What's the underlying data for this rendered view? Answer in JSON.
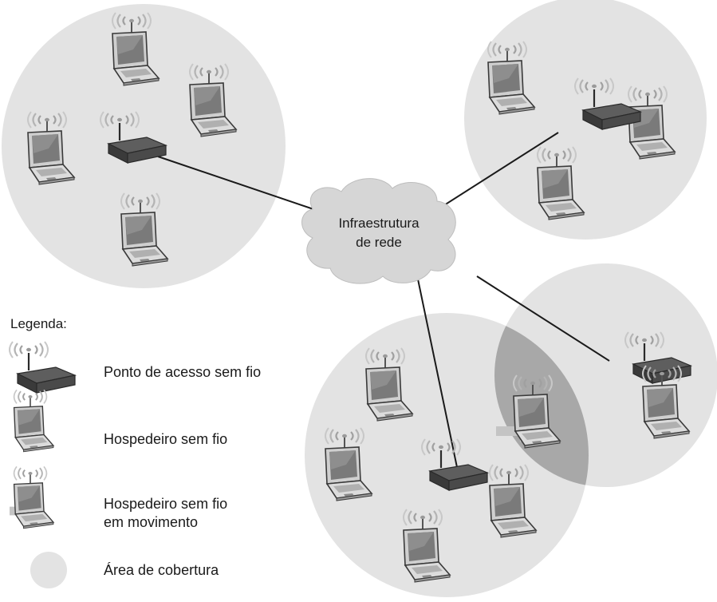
{
  "network": {
    "label_line1": "Infraestrutura",
    "label_line2": "de rede"
  },
  "legend": {
    "title": "Legenda:",
    "access_point": "Ponto de acesso sem fio",
    "wireless_host": "Hospedeiro sem fio",
    "moving_host_line1": "Hospedeiro sem fio",
    "moving_host_line2": "em movimento",
    "coverage": "Área de cobertura"
  },
  "colors": {
    "coverage_fill": "#e3e3e3",
    "overlap_fill": "#a8a8a8",
    "cloud_fill": "#d6d6d6",
    "device_dark": "#3a3a3a",
    "link_line": "#1a1a1a"
  },
  "icons": {
    "access_point": "wireless-router-icon",
    "host": "laptop-icon",
    "signal": "wifi-signal-icon",
    "motion": "motion-arrow-icon"
  }
}
